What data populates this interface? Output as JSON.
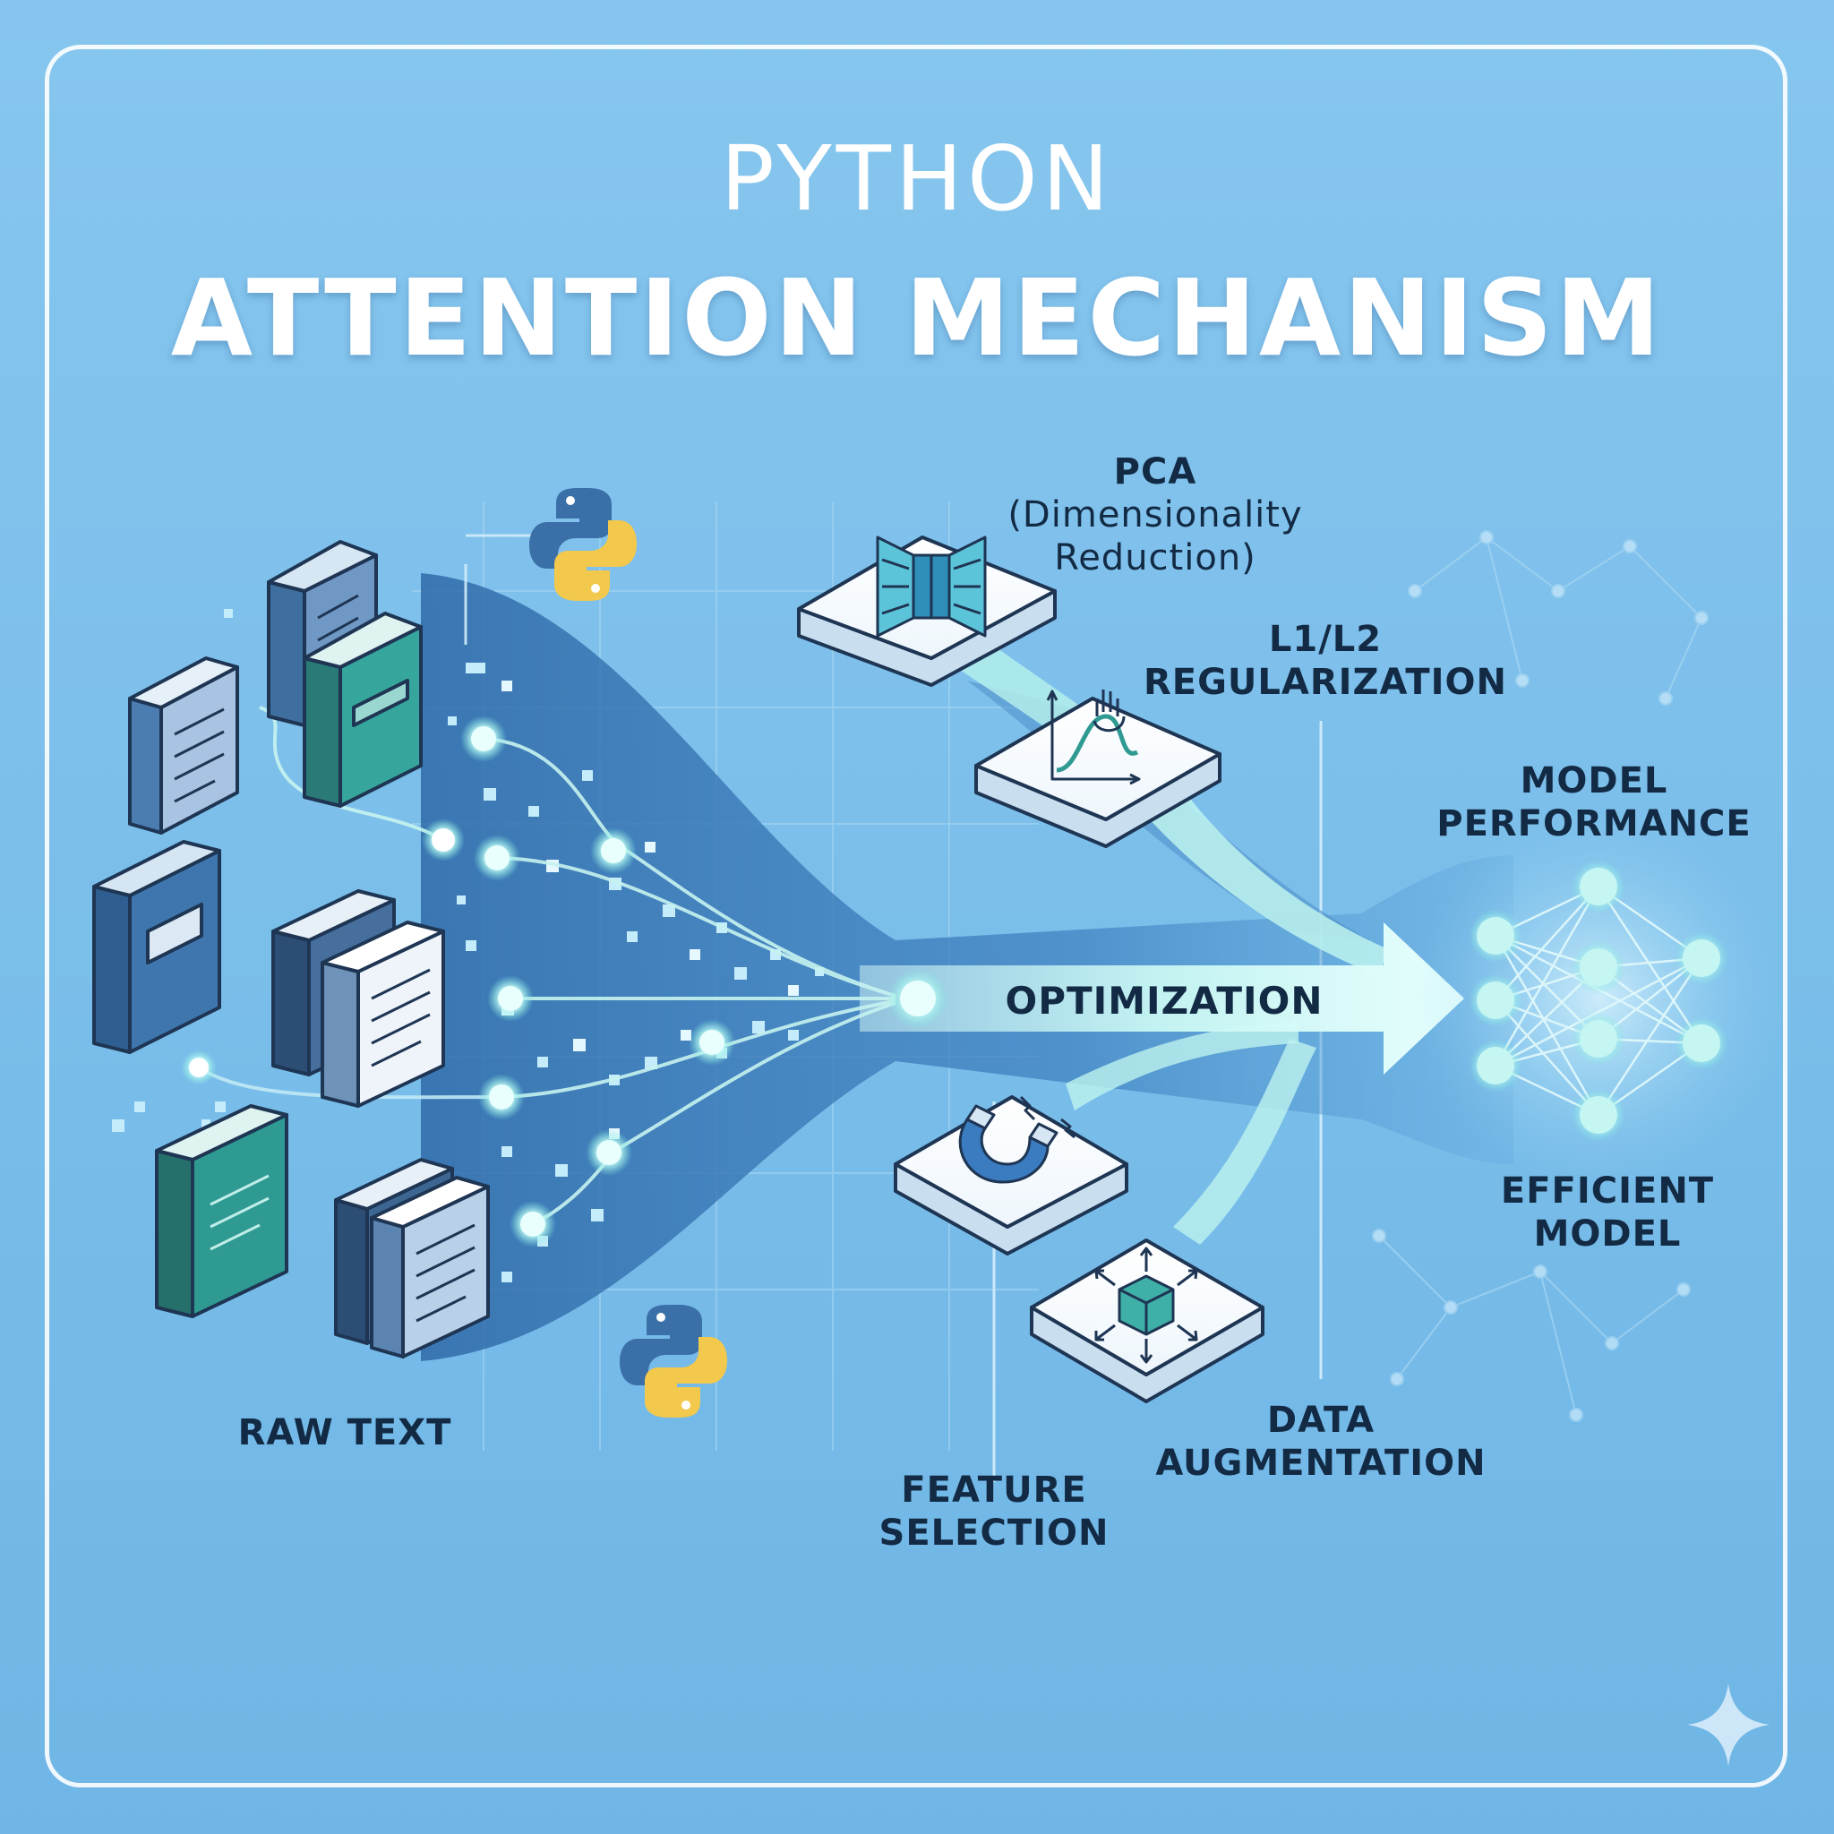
{
  "header": {
    "supertitle": "PYTHON",
    "title": "ATTENTION MECHANISM"
  },
  "labels": {
    "pca_line1": "PCA",
    "pca_line2": "(Dimensionality",
    "pca_line3": "Reduction)",
    "reg_line1": "L1/L2",
    "reg_line2": "REGULARIZATION",
    "perf_line1": "MODEL",
    "perf_line2": "PERFORMANCE",
    "optimization": "OPTIMIZATION",
    "eff_line1": "EFFICIENT",
    "eff_line2": "MODEL",
    "raw_text": "RAW TEXT",
    "data_line1": "DATA",
    "data_line2": "AUGMENTATION",
    "feat_line1": "FEATURE",
    "feat_line2": "SELECTION"
  },
  "icons": {
    "pca_tile": "pca-funnel-icon",
    "regularization_tile": "hand-curve-chart-icon",
    "feature_tile": "magnet-icon",
    "augmentation_tile": "cube-arrows-icon",
    "logo": "python-logo-icon",
    "network": "neural-network-icon",
    "corner": "sparkle-icon"
  },
  "colors": {
    "background": "#78bde8",
    "title": "#ffffff",
    "label": "#132a44",
    "glow": "#bff7f1",
    "book_blue": "#3f6f9f",
    "book_teal": "#2f9a92",
    "python_blue": "#3b6fa8",
    "python_yellow": "#f2c94c"
  }
}
